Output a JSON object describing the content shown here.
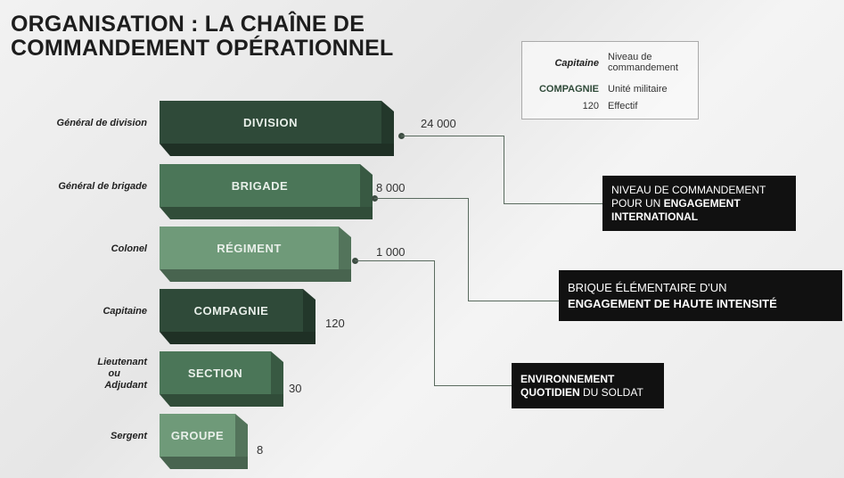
{
  "title": {
    "line1": "ORGANISATION : LA CHAÎNE DE",
    "line2": "COMMANDEMENT OPÉRATIONNEL"
  },
  "legend": {
    "rank_example": "Capitaine",
    "rank_label": "Niveau de",
    "rank_label2": "commandement",
    "unit_example": "COMPAGNIE",
    "unit_label": "Unité militaire",
    "count_example": "120",
    "count_label": "Effectif"
  },
  "levels": [
    {
      "rank": "Général de division",
      "unit": "DIVISION",
      "count": "24 000",
      "color": "#2f4a39"
    },
    {
      "rank": "Général de brigade",
      "unit": "BRIGADE",
      "count": "8 000",
      "color": "#4b7658"
    },
    {
      "rank": "Colonel",
      "unit": "RÉGIMENT",
      "count": "1 000",
      "color": "#6f9a79"
    },
    {
      "rank": "Capitaine",
      "unit": "COMPAGNIE",
      "count": "120",
      "color": "#2f4a39"
    },
    {
      "rank": "Lieutenant",
      "rank2": "ou",
      "rank3": "Adjudant",
      "unit": "SECTION",
      "count": "30",
      "color": "#4b7658"
    },
    {
      "rank": "Sergent",
      "unit": "GROUPE",
      "count": "8",
      "color": "#6f9a79"
    }
  ],
  "callouts": {
    "international": {
      "text1": "NIVEAU DE COMMANDEMENT",
      "text2a": "POUR UN ",
      "text2b": "ENGAGEMENT",
      "text3": "INTERNATIONAL"
    },
    "haute": {
      "text1": "BRIQUE ÉLÉMENTAIRE D'UN",
      "text2": "ENGAGEMENT DE HAUTE INTENSITÉ"
    },
    "quotidien": {
      "text1": "ENVIRONNEMENT",
      "text2a": "QUOTIDIEN",
      "text2b": " DU SOLDAT"
    }
  }
}
